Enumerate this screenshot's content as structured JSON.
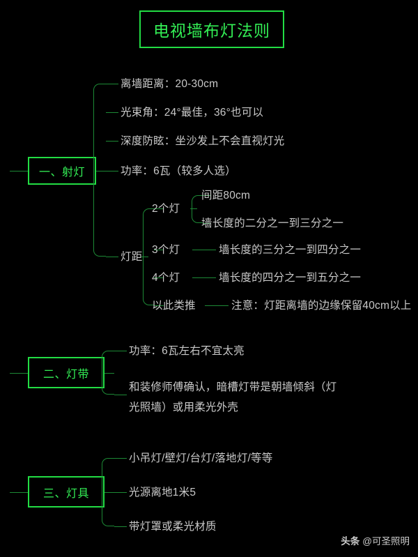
{
  "title": "电视墙布灯法则",
  "watermark": {
    "logo": "头条",
    "handle": "@可圣照明"
  },
  "colors": {
    "background": "#000000",
    "accent_green": "#33ee55",
    "box_border": "#22dd44",
    "connector": "#1d8a36",
    "body_text": "#c9c9c9"
  },
  "sections": [
    {
      "id": "spotlight",
      "label": "一、射灯",
      "items": [
        {
          "text": "离墙距离：20-30cm"
        },
        {
          "text": "光束角：24°最佳，36°也可以"
        },
        {
          "text": "深度防眩：坐沙发上不会直视灯光"
        },
        {
          "text": "功率：6瓦（较多人选）"
        },
        {
          "text": "灯距",
          "children": [
            {
              "text": "2个灯",
              "children": [
                {
                  "text": "间距80cm"
                },
                {
                  "text": "墙长度的二分之一到三分之一"
                }
              ]
            },
            {
              "text": "3个灯",
              "children": [
                {
                  "text": "墙长度的三分之一到四分之一"
                }
              ]
            },
            {
              "text": "4个灯",
              "children": [
                {
                  "text": "墙长度的四分之一到五分之一"
                }
              ]
            },
            {
              "text": "以此类推",
              "children": [
                {
                  "text": "注意：灯距离墙的边缘保留40cm以上"
                }
              ]
            }
          ]
        }
      ]
    },
    {
      "id": "lightstrip",
      "label": "二、灯带",
      "items": [
        {
          "text": "功率：6瓦左右不宜太亮"
        },
        {
          "text": "和装修师傅确认，暗槽灯带是朝墙倾斜（灯光照墙）或用柔光外壳"
        }
      ]
    },
    {
      "id": "luminaire",
      "label": "三、灯具",
      "items": [
        {
          "text": "小吊灯/壁灯/台灯/落地灯/等等"
        },
        {
          "text": "光源离地1米5"
        },
        {
          "text": "带灯罩或柔光材质"
        }
      ]
    }
  ]
}
